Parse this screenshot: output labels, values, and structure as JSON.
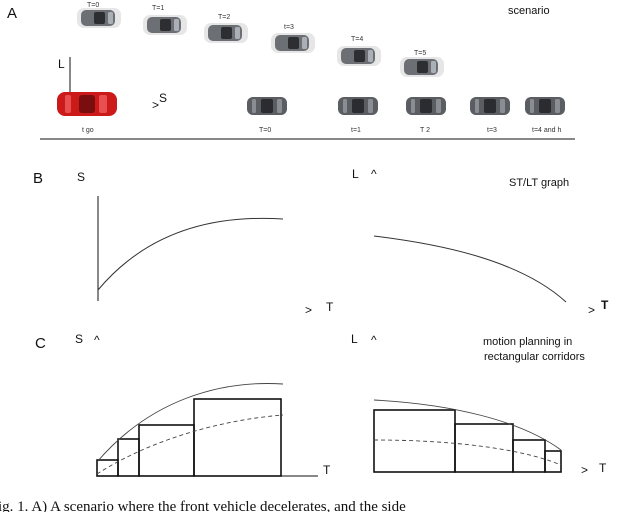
{
  "panels": {
    "a": {
      "letter": "A",
      "title": "scenario",
      "l_axis": "L",
      "s_axis": "S",
      "ego_label": "t go",
      "front_labels": [
        "T=0",
        "T=1",
        "T=2",
        "t=3",
        "T=4",
        "T=5"
      ],
      "side_labels": [
        "T=0",
        "t=1",
        "T 2",
        "t=3",
        "t=4 and h"
      ]
    },
    "b": {
      "letter": "B",
      "title": "ST/LT graph",
      "st_y": "S",
      "st_x": "T",
      "lt_y": "L",
      "lt_x": "T"
    },
    "c": {
      "letter": "C",
      "title_line1": "motion planning in",
      "title_line2": "rectangular corridors",
      "st_y": "S",
      "st_x": "T",
      "lt_y": "L",
      "lt_x": "T"
    }
  },
  "caption": "ig.  1.    A) A scenario where the front vehicle decelerates, and the side",
  "colors": {
    "ego_car": "#cc1a1a",
    "other_car": "#5a5e63",
    "ghost_car": "#e6e6e6"
  },
  "icons": [
    "red-car-icon",
    "gray-car-icon"
  ]
}
